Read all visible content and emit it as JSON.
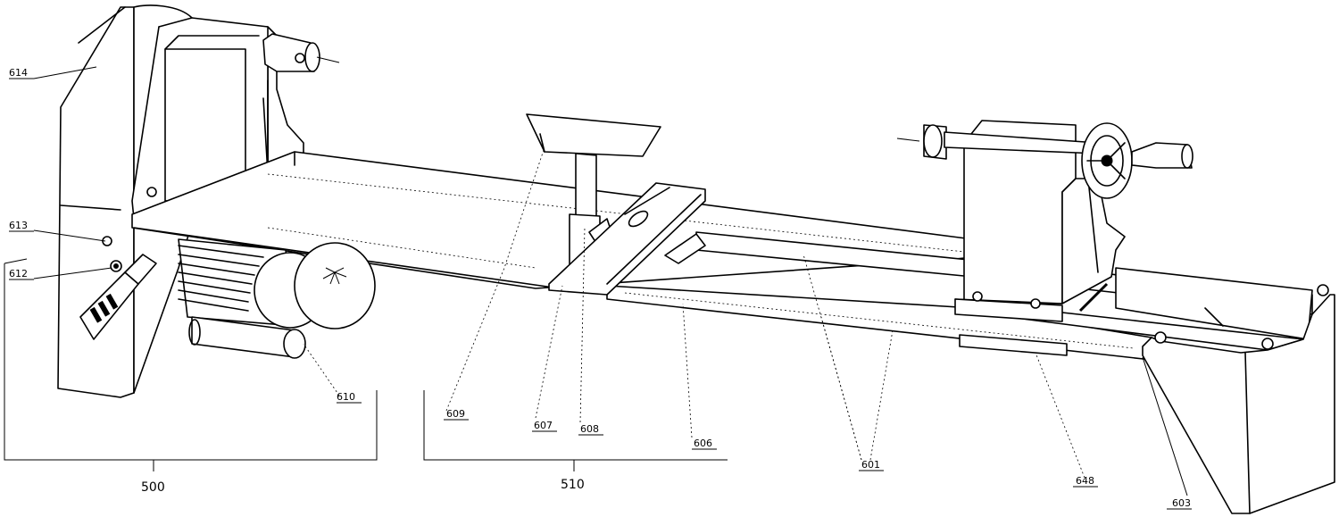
{
  "callouts": {
    "c614": "614",
    "c613": "613",
    "c612": "612",
    "c610": "610",
    "c609": "609",
    "c607": "607",
    "c608": "608",
    "c606": "606",
    "c601": "601",
    "c648": "648",
    "c603": "603"
  },
  "groups": {
    "g500": "500",
    "g510": "510"
  }
}
